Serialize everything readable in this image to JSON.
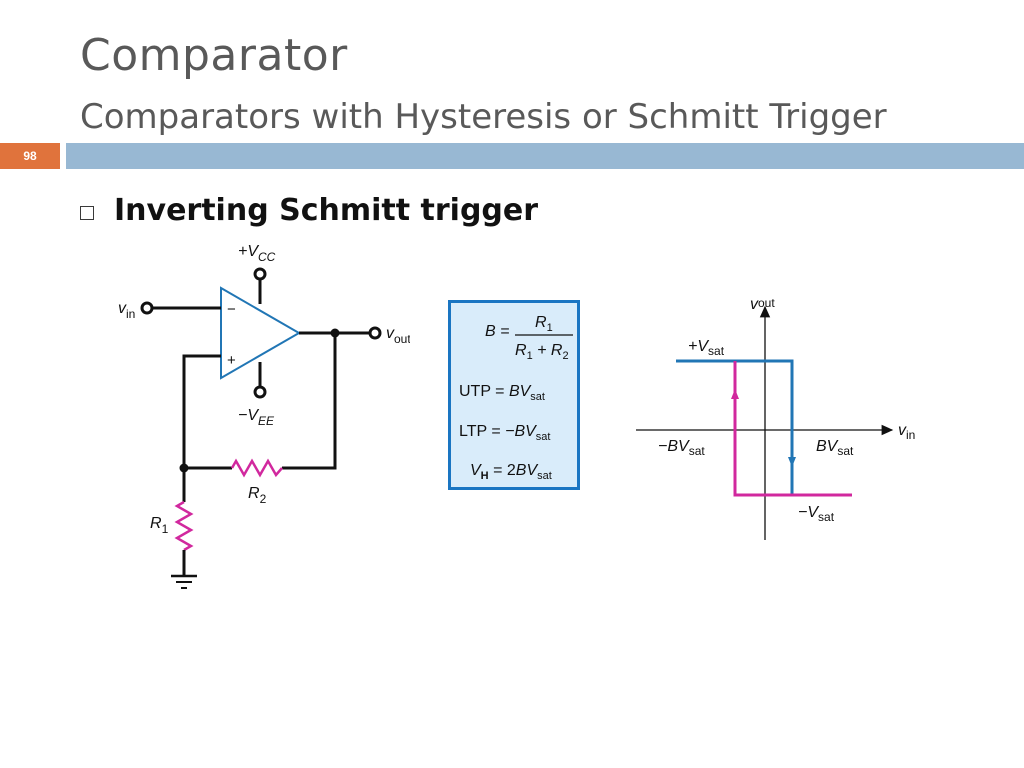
{
  "slide": {
    "title": "Comparator",
    "subtitle": "Comparators with Hysteresis or Schmitt Trigger",
    "page_number": "98",
    "bullet": "Inverting Schmitt trigger"
  },
  "circuit": {
    "vcc": "+V",
    "vcc_sub": "CC",
    "vee": "−V",
    "vee_sub": "EE",
    "vin": "v",
    "vin_sub": "in",
    "vout": "v",
    "vout_sub": "out",
    "minus": "−",
    "plus": "+",
    "r1": "R",
    "r1_sub": "1",
    "r2": "R",
    "r2_sub": "2"
  },
  "formulas": {
    "b_lhs": "B =",
    "b_num": "R",
    "b_num_sub": "1",
    "b_den_r1": "R",
    "b_den_r1_sub": "1",
    "b_den_plus": " + R",
    "b_den_r2_sub": "2",
    "utp_label": "UTP = ",
    "utp_bv": "BV",
    "utp_sub": "sat",
    "ltp_label": "LTP = ",
    "ltp_bv": "−BV",
    "ltp_sub": "sat",
    "vh_v": "V",
    "vh_sub": "H",
    "vh_eq": " = 2",
    "vh_bv": "BV",
    "vh_bv_sub": "sat"
  },
  "graph": {
    "y_axis": "v",
    "y_axis_sub": "out",
    "x_axis": "v",
    "x_axis_sub": "in",
    "pos_sat": "+V",
    "pos_sat_sub": "sat",
    "neg_sat": "−V",
    "neg_sat_sub": "sat",
    "neg_bv": "−BV",
    "neg_bv_sub": "sat",
    "pos_bv": "BV",
    "pos_bv_sub": "sat",
    "colors": {
      "upper_path": "#2176b5",
      "lower_path": "#d1289e"
    }
  },
  "colors": {
    "accent_orange": "#e0733c",
    "rule_blue": "#98b8d3",
    "resistor_magenta": "#d1289e",
    "opamp_blue": "#2176b5"
  }
}
